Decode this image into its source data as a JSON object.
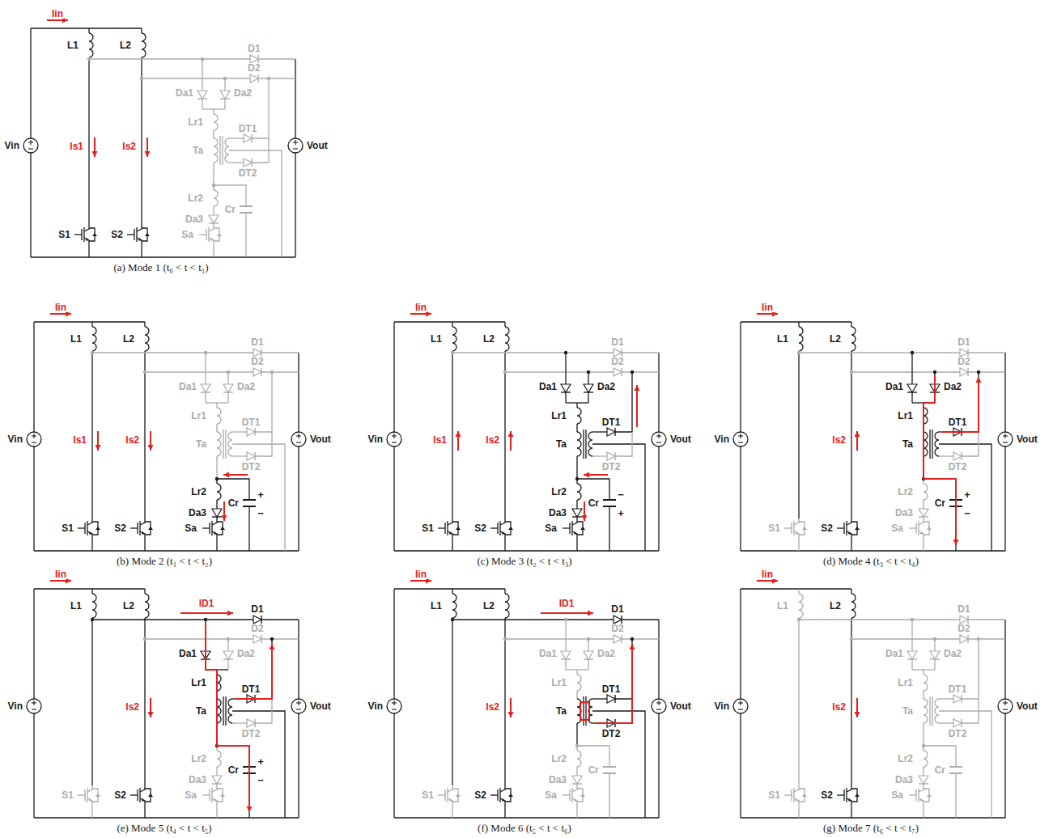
{
  "diagram": {
    "labels": [
      "Iin",
      "L1",
      "L2",
      "D1",
      "D2",
      "Da1",
      "Da2",
      "Lr1",
      "DT1",
      "Ta",
      "DT2",
      "Lr2",
      "Da3",
      "Cr",
      "Sa",
      "S1",
      "S2",
      "Vin",
      "Vout",
      "Is1",
      "Is2",
      "(a) Mode 1 (t₀ < t < t₁)",
      "Iin",
      "L1",
      "L2",
      "D1",
      "D2",
      "Da1",
      "Da2",
      "Lr1",
      "DT1",
      "Ta",
      "DT2",
      "Lr2",
      "Da3",
      "Cr",
      "Sa",
      "S1",
      "S2",
      "Vin",
      "Vout",
      "Is1",
      "Is2",
      "+",
      "−",
      "(b) Mode 2 (t₁ < t < t₂)",
      "Iin",
      "L1",
      "L2",
      "D1",
      "D2",
      "Da1",
      "Da2",
      "Lr1",
      "DT1",
      "Ta",
      "DT2",
      "Lr2",
      "Da3",
      "Cr",
      "Sa",
      "S1",
      "S2",
      "Vin",
      "Vout",
      "Is1",
      "Is2",
      "−",
      "+",
      "(c) Mode 3 (t₂ < t < t₃)",
      "Iin",
      "L1",
      "L2",
      "D1",
      "D2",
      "Da1",
      "Da2",
      "Lr1",
      "DT1",
      "Ta",
      "DT2",
      "Lr2",
      "Da3",
      "Cr",
      "Sa",
      "S1",
      "S2",
      "Vin",
      "Vout",
      "Is2",
      "+",
      "−",
      "(d) Mode 4 (t₃ < t < t₄)",
      "Iin",
      "L1",
      "L2",
      "D1",
      "D2",
      "Da1",
      "Da2",
      "Lr1",
      "DT1",
      "Ta",
      "DT2",
      "Lr2",
      "Da3",
      "Cr",
      "Sa",
      "S1",
      "S2",
      "Vin",
      "Vout",
      "Is2",
      "+",
      "−",
      "ID1",
      "(e) Mode 5 (t₄ < t < t₅)",
      "Iin",
      "L1",
      "L2",
      "D1",
      "D2",
      "Da1",
      "Da2",
      "Lr1",
      "DT1",
      "Ta",
      "DT2",
      "Lr2",
      "Da3",
      "Cr",
      "Sa",
      "S1",
      "S2",
      "Vin",
      "Vout",
      "Is2",
      "ID1",
      "(f) Mode 6 (t₅ < t < t₆)",
      "Iin",
      "L1",
      "L2",
      "D1",
      "D2",
      "Da1",
      "Da2",
      "Lr1",
      "DT1",
      "Ta",
      "DT2",
      "Lr2",
      "Da3",
      "Cr",
      "Sa",
      "S1",
      "S2",
      "Vin",
      "Vout",
      "Is2",
      "(g) Mode 7 (t₆ < t < t₇)"
    ]
  }
}
